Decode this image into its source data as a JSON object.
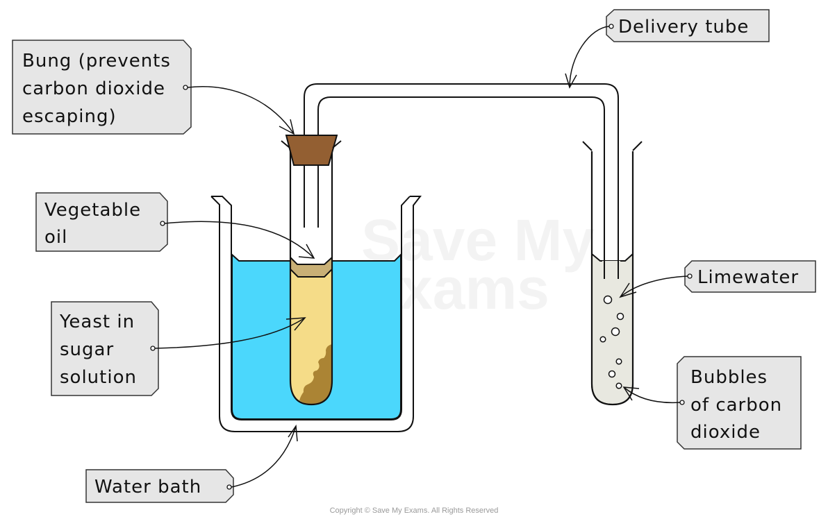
{
  "diagram": {
    "title": "Fermentation of yeast in sugar solution apparatus",
    "labels": {
      "delivery_tube": [
        "Delivery tube"
      ],
      "bung": [
        "Bung (prevents",
        "carbon dioxide",
        "escaping)"
      ],
      "vegetable_oil": [
        "Vegetable",
        "oil"
      ],
      "yeast": [
        "Yeast in",
        "sugar",
        "solution"
      ],
      "water_bath": [
        "Water bath"
      ],
      "limewater": [
        "Limewater"
      ],
      "bubbles": [
        "Bubbles",
        "of carbon",
        "dioxide"
      ]
    },
    "watermark": [
      "Save My",
      "Exams"
    ],
    "copyright": "Copyright © Save My Exams. All Rights Reserved",
    "colors": {
      "water": "#4bd7fc",
      "sugar_solution": "#f5dc88",
      "yeast_sediment": "#ab8434",
      "oil": "#c9b076",
      "bung": "#935f32",
      "limewater": "#e8e8e0",
      "label_box": "#e6e6e6"
    }
  }
}
